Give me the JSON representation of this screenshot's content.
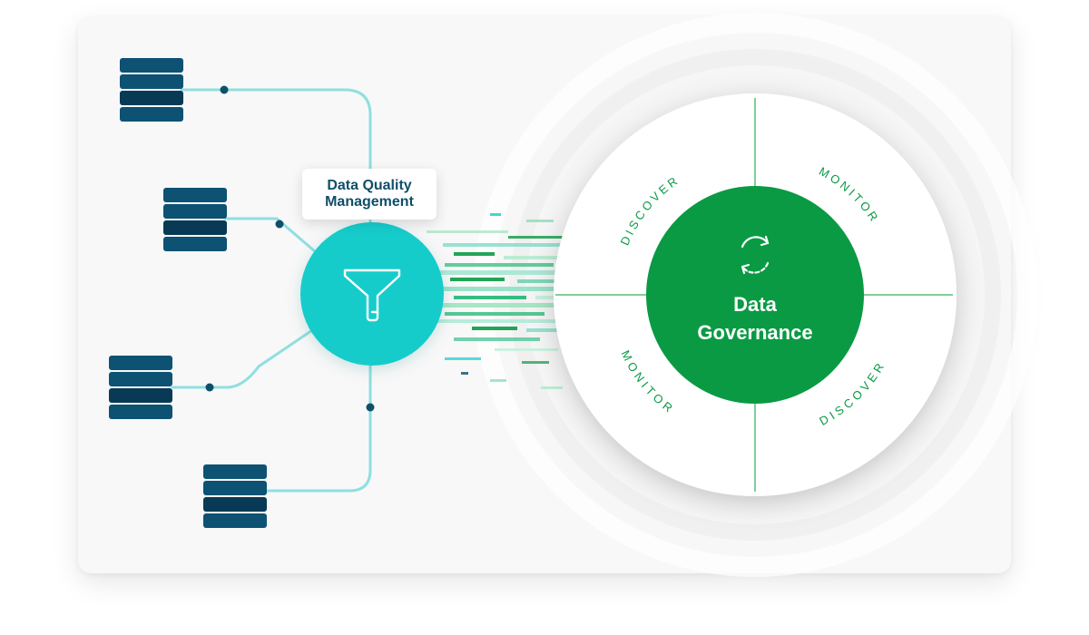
{
  "dq_label": {
    "line1": "Data Quality",
    "line2": "Management"
  },
  "governance": {
    "line1": "Data",
    "line2": "Governance"
  },
  "cycle_labels": {
    "top_left": "DISCOVER",
    "top_right": "MONITOR",
    "bottom_left": "MONITOR",
    "bottom_right": "DISCOVER"
  },
  "colors": {
    "database": "#0d5273",
    "database_dark": "#093a55",
    "connector_line": "#8fdfe0",
    "filter_circle": "#12cccb",
    "governance_circle": "#0a9a44",
    "cycle_text": "#0a9a44"
  },
  "icons": {
    "filter": "filter-funnel-icon",
    "cycle": "refresh-cycle-icon",
    "database": "database-stack-icon"
  }
}
